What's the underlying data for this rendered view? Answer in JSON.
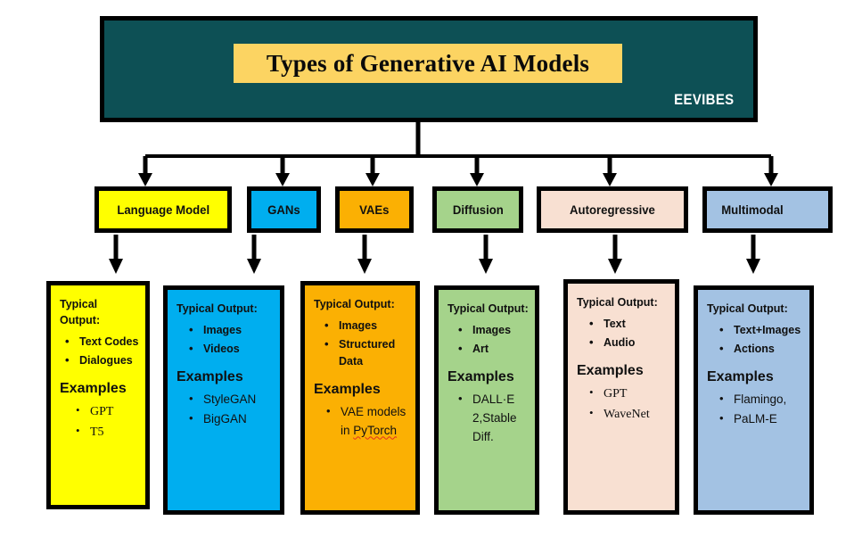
{
  "header": {
    "title": "Types of Generative AI Models",
    "watermark": "EEVIBES",
    "background_color": "#0d5055",
    "banner_color": "#fcd462"
  },
  "categories": [
    {
      "label": "Language Model",
      "color": "#ffff00"
    },
    {
      "label": "GANs",
      "color": "#00aeef"
    },
    {
      "label": "VAEs",
      "color": "#fbb003"
    },
    {
      "label": "Diffusion",
      "color": "#a5d38b"
    },
    {
      "label": "Autoregressive",
      "color": "#f8e0d2"
    },
    {
      "label": "Multimodal",
      "color": "#a3c2e3"
    }
  ],
  "details": [
    {
      "category": "Language Model",
      "color": "#ffff00",
      "output_heading": "Typical Output:",
      "outputs": [
        "Text Codes",
        "Dialogues"
      ],
      "examples_heading": "Examples",
      "examples": [
        "GPT",
        "T5"
      ]
    },
    {
      "category": "GANs",
      "color": "#00aeef",
      "output_heading": "Typical Output:",
      "outputs": [
        "Images",
        "Videos"
      ],
      "examples_heading": "Examples",
      "examples": [
        "StyleGAN",
        "BigGAN"
      ]
    },
    {
      "category": "VAEs",
      "color": "#fbb003",
      "output_heading": "Typical Output:",
      "outputs": [
        "Images",
        "Structured Data"
      ],
      "examples_heading": "Examples",
      "examples": [
        "VAE models in PyTorch"
      ]
    },
    {
      "category": "Diffusion",
      "color": "#a5d38b",
      "output_heading": "Typical Output:",
      "outputs": [
        "Images",
        "Art"
      ],
      "examples_heading": "Examples",
      "examples": [
        "DALL·E 2,Stable Diff."
      ]
    },
    {
      "category": "Autoregressive",
      "color": "#f8e0d2",
      "output_heading": "Typical Output:",
      "outputs": [
        "Text",
        "Audio"
      ],
      "examples_heading": "Examples",
      "examples": [
        "GPT",
        "WaveNet"
      ]
    },
    {
      "category": "Multimodal",
      "color": "#a3c2e3",
      "output_heading": "Typical Output:",
      "outputs": [
        "Text+Images",
        "Actions"
      ],
      "examples_heading": "Examples",
      "examples": [
        "Flamingo,",
        "PaLM-E"
      ]
    }
  ]
}
